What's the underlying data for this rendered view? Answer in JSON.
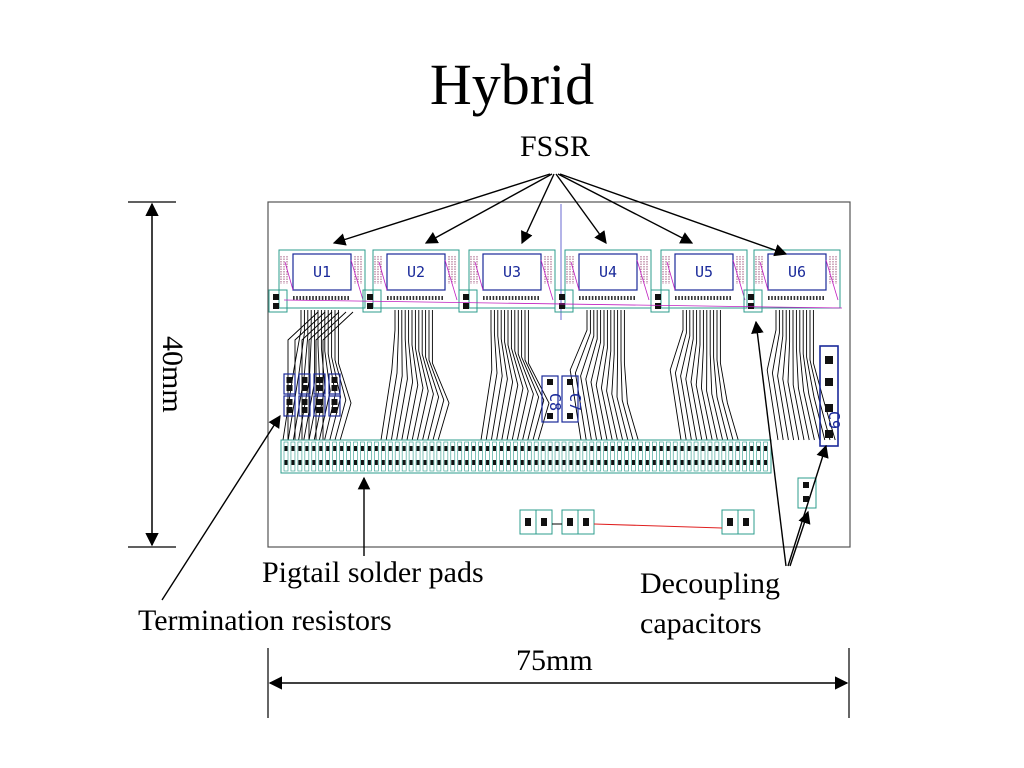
{
  "title": "Hybrid",
  "labels": {
    "fssr": "FSSR",
    "height": "40mm",
    "width": "75mm",
    "pigtail": "Pigtail solder pads",
    "termination": "Termination resistors",
    "decoupling_line1": "Decoupling",
    "decoupling_line2": "capacitors"
  },
  "chips": [
    "U1",
    "U2",
    "U3",
    "U4",
    "U5",
    "U6"
  ],
  "capacitor_labels": [
    "C8",
    "C7",
    "C9"
  ],
  "colors": {
    "outline": "#000000",
    "component": "#1a2a9a",
    "pad_box": "#2c9c8c",
    "trace": "#000000",
    "magenta": "#c020c0",
    "red": "#e02020"
  }
}
